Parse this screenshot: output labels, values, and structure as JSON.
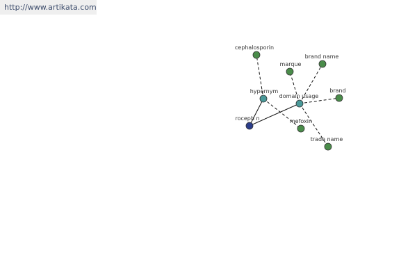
{
  "header": {
    "url": "http://www.artikata.com"
  },
  "colors": {
    "leaf": "#4a8c4a",
    "relation": "#4a9999",
    "root": "#2b3d8a"
  },
  "graph": {
    "nodes": [
      {
        "id": "roceph",
        "label": "roceph n",
        "type": "root"
      },
      {
        "id": "hypernym",
        "label": "hypernym",
        "type": "relation"
      },
      {
        "id": "domain",
        "label": "domain usage",
        "type": "relation"
      },
      {
        "id": "cephalosporin",
        "label": "cephalosporin",
        "type": "leaf"
      },
      {
        "id": "marque",
        "label": "marque",
        "type": "leaf"
      },
      {
        "id": "brandname",
        "label": "brand name",
        "type": "leaf"
      },
      {
        "id": "brand",
        "label": "brand",
        "type": "leaf"
      },
      {
        "id": "mefoxin",
        "label": "mefoxin",
        "type": "leaf"
      },
      {
        "id": "tradename",
        "label": "trade name",
        "type": "leaf"
      }
    ],
    "edges": [
      {
        "from": "roceph",
        "to": "hypernym",
        "style": "solid"
      },
      {
        "from": "roceph",
        "to": "domain",
        "style": "solid"
      },
      {
        "from": "hypernym",
        "to": "cephalosporin",
        "style": "dashed"
      },
      {
        "from": "hypernym",
        "to": "mefoxin",
        "style": "dashed"
      },
      {
        "from": "domain",
        "to": "marque",
        "style": "dashed"
      },
      {
        "from": "domain",
        "to": "brandname",
        "style": "dashed"
      },
      {
        "from": "domain",
        "to": "brand",
        "style": "dashed"
      },
      {
        "from": "domain",
        "to": "tradename",
        "style": "dashed"
      }
    ]
  }
}
